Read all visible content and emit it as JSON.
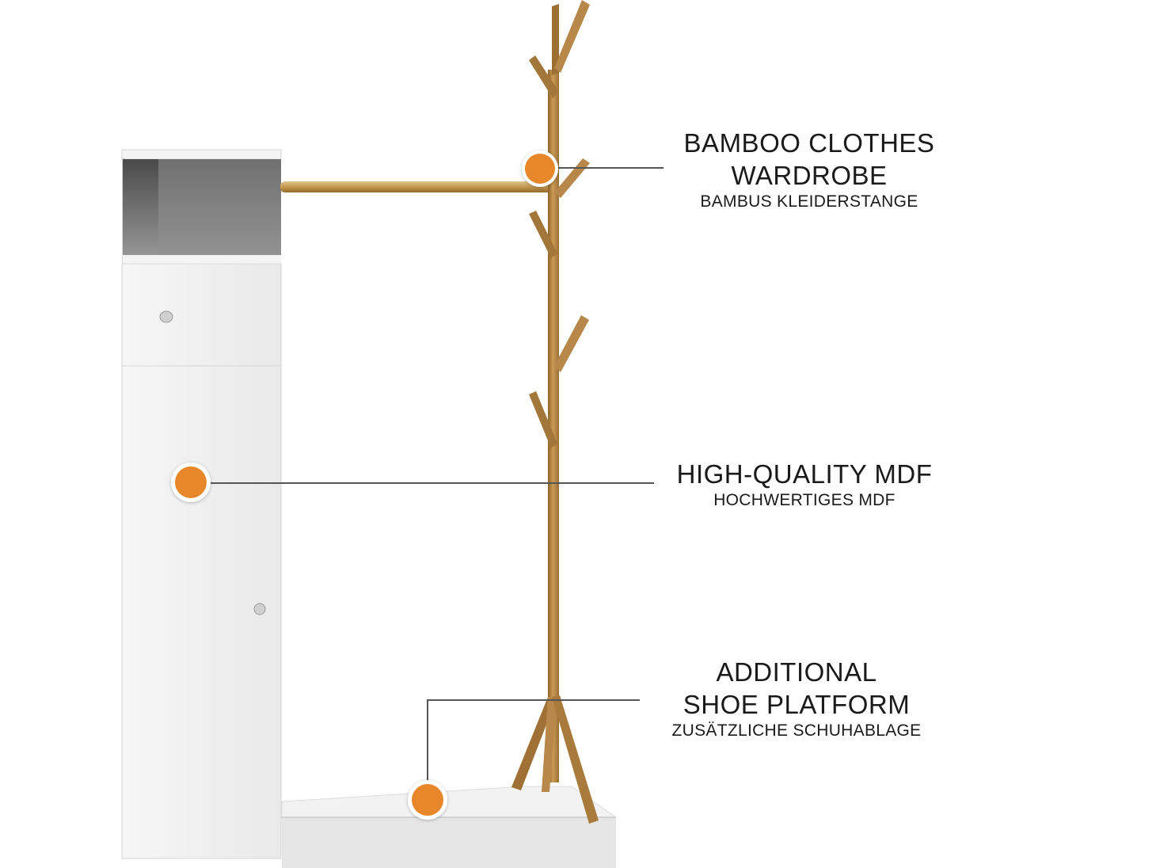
{
  "callouts": {
    "bamboo": {
      "title_line1": "BAMBOO CLOTHES",
      "title_line2": "WARDROBE",
      "subtitle": "BAMBUS KLEIDERSTANGE"
    },
    "mdf": {
      "title_line1": "HIGH-QUALITY MDF",
      "subtitle": "HOCHWERTIGES MDF"
    },
    "shoe": {
      "title_line1": "ADDITIONAL",
      "title_line2": "SHOE PLATFORM",
      "subtitle": "ZUSÄTZLICHE SCHUHABLAGE"
    }
  },
  "colors": {
    "marker": "#e8862a",
    "bamboo": "#b98a46",
    "cabinet": "#f1f1f1",
    "leader_line": "#555555"
  }
}
